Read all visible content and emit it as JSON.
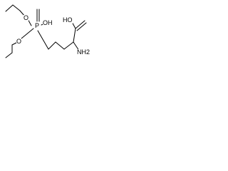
{
  "molecule": {
    "atoms": {
      "phosphorus": "P",
      "hydroxyl_on_phosphorus": "OH",
      "ester_oxygen_upper": "O",
      "ester_oxygen_lower": "O",
      "carboxylic_acid": "HO",
      "amino_group": "NH2"
    }
  },
  "colors": {
    "bond": "#000000",
    "label": "#000000",
    "background": "#ffffff"
  }
}
